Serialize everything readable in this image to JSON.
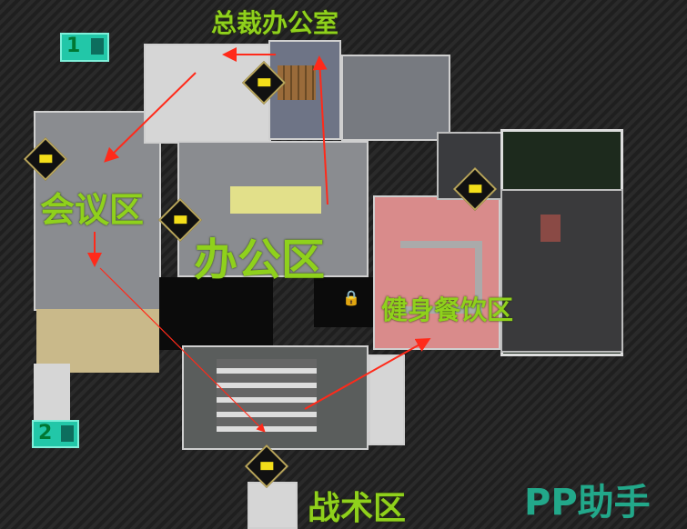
{
  "map": {
    "zones": {
      "ceo_office": "总裁办公室",
      "meeting_area": "会议区",
      "office_area": "办公区",
      "gym_dining_area": "健身餐饮区",
      "tactical_area": "战术区"
    },
    "exits": [
      {
        "number": "1"
      },
      {
        "number": "2"
      }
    ],
    "camera_icon": "camera-icon",
    "lock_icon": "lock-icon",
    "colors": {
      "label": "#8fd11c",
      "exit": "#22c7a8",
      "arrow": "#ff2a1a",
      "camera": "#f3de1a"
    }
  },
  "watermark": "PP助手"
}
